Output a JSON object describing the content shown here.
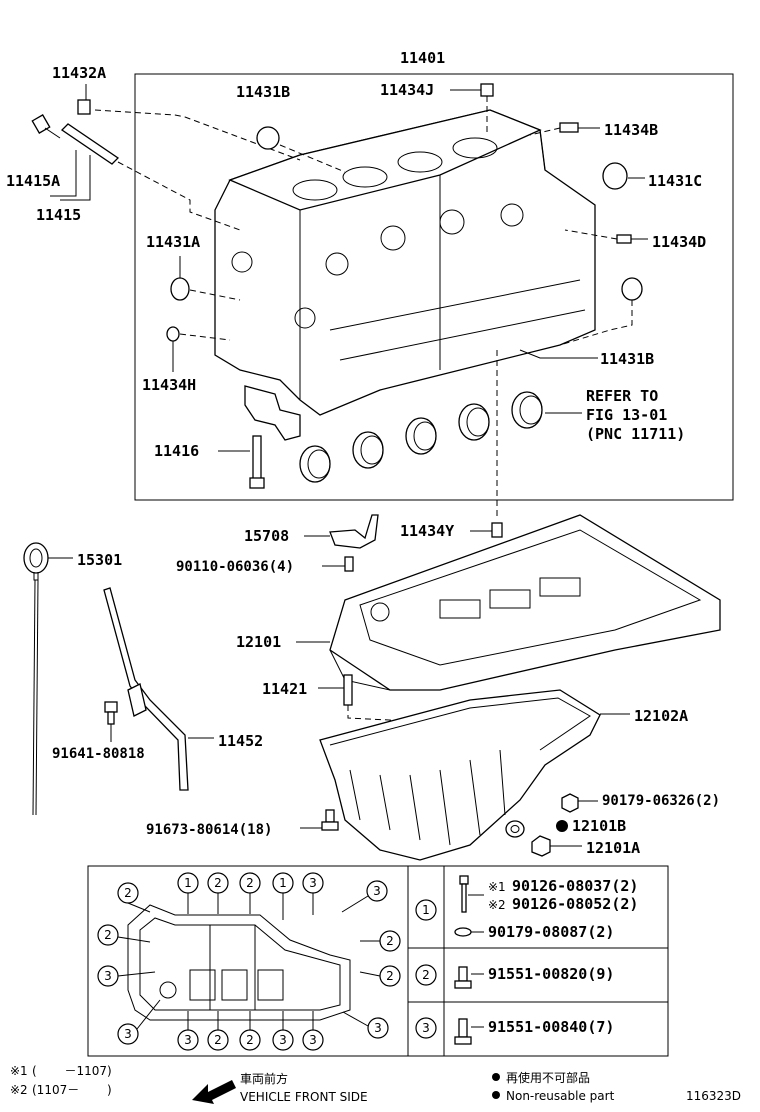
{
  "labels": {
    "p11401": "11401",
    "p11432A": "11432A",
    "p11431B_top": "11431B",
    "p11434J": "11434J",
    "p11434B": "11434B",
    "p11431C": "11431C",
    "p11415A": "11415A",
    "p11415": "11415",
    "p11431A": "11431A",
    "p11434D": "11434D",
    "p11434H": "11434H",
    "p11431B_bot": "11431B",
    "refer1": "REFER TO",
    "refer2": "FIG 13-01",
    "refer3": "(PNC 11711)",
    "p11416": "11416",
    "p15708": "15708",
    "p11434Y": "11434Y",
    "p90110": "90110-06036(4)",
    "p15301": "15301",
    "p12101": "12101",
    "p11421": "11421",
    "p11452": "11452",
    "p12102A": "12102A",
    "p91641": "91641-80818",
    "p90179_06326": "90179-06326(2)",
    "p91673": "91673-80614(18)",
    "p12101B": "12101B",
    "p12101A": "12101A"
  },
  "table": {
    "row1_num": "1",
    "row1_mark1": "※1",
    "row1_part1": "90126-08037(2)",
    "row1_mark2": "※2",
    "row1_part2": "90126-08052(2)",
    "row1_part3": "90179-08087(2)",
    "row2_num": "2",
    "row2_part": "91551-00820(9)",
    "row3_num": "3",
    "row3_part": "91551-00840(7)"
  },
  "pan_callouts": {
    "c1": "2",
    "c2": "1",
    "c3": "2",
    "c4": "2",
    "c5": "1",
    "c6": "3",
    "c7": "3",
    "c8": "2",
    "c9": "2",
    "c10": "3",
    "c11": "2",
    "c12": "3",
    "c13": "3",
    "c14": "3",
    "c15": "2",
    "c16": "2",
    "c17": "3",
    "c18": "3"
  },
  "footer": {
    "note1_mark": "※1",
    "note1_text": "(　　 －1107)",
    "note2_mark": "※2",
    "note2_text": "(1107－　　 )",
    "front_jp": "車両前方",
    "front_en": "VEHICLE FRONT SIDE",
    "nonreuse_jp": "再使用不可部品",
    "nonreuse_en": "Non-reusable part",
    "diagram_id": "116323D"
  }
}
